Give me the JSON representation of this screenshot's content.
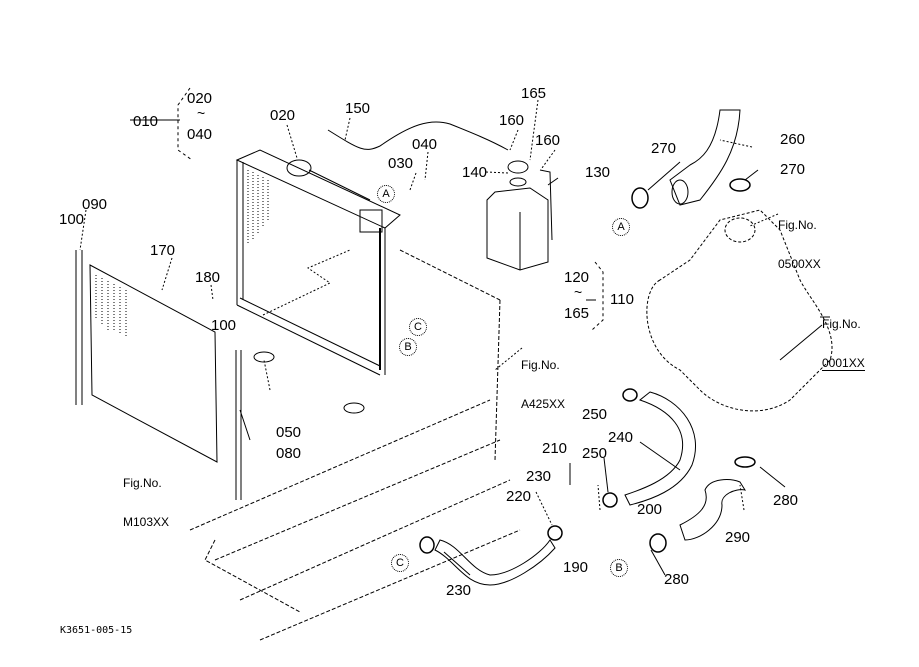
{
  "diagram": {
    "drawing_code": "K3651-005-15",
    "group_labels": [
      {
        "id": "010",
        "range_from": "020",
        "range_to": "040",
        "range_symbol": "~"
      },
      {
        "id": "110",
        "range_from": "120",
        "range_to": "165",
        "range_symbol": "~"
      }
    ],
    "part_labels": {
      "p020": "020",
      "p150": "150",
      "p165": "165",
      "p160a": "160",
      "p160b": "160",
      "p040": "040",
      "p030": "030",
      "p140": "140",
      "p130": "130",
      "p270a": "270",
      "p270b": "270",
      "p260": "260",
      "p090": "090",
      "p100a": "100",
      "p170": "170",
      "p180": "180",
      "p100b": "100",
      "p050": "050",
      "p080": "080",
      "p250a": "250",
      "p240": "240",
      "p210": "210",
      "p250b": "250",
      "p230a": "230",
      "p220": "220",
      "p200": "200",
      "p190": "190",
      "p230b": "230",
      "p280a": "280",
      "p280b": "280",
      "p290": "290"
    },
    "figure_refs": [
      {
        "title": "Fig.No.",
        "number": "0500XX"
      },
      {
        "title": "Fig.No.",
        "number": "0001XX"
      },
      {
        "title": "Fig.No.",
        "number": "A425XX"
      },
      {
        "title": "Fig.No.",
        "number": "M103XX"
      }
    ],
    "connection_refs": {
      "a1": "A",
      "a2": "A",
      "b1": "B",
      "b2": "B",
      "c1": "C",
      "c2": "C"
    }
  }
}
